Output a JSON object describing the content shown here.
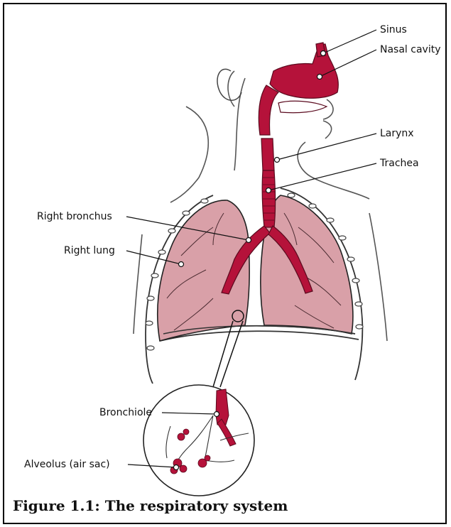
{
  "labels": {
    "sinus": "Sinus",
    "nasal_cavity": "Nasal cavity",
    "larynx": "Larynx",
    "trachea": "Trachea",
    "right_bronchus": "Right bronchus",
    "right_lung": "Right lung",
    "bronchiole": "Bronchiole",
    "alveolus": "Alveolus (air sac)"
  },
  "caption": "Figure 1.1: The respiratory system",
  "colors": {
    "airway": "#b5123a",
    "lung_fill": "#d9a0a8",
    "outline": "#222222",
    "background": "#ffffff"
  }
}
